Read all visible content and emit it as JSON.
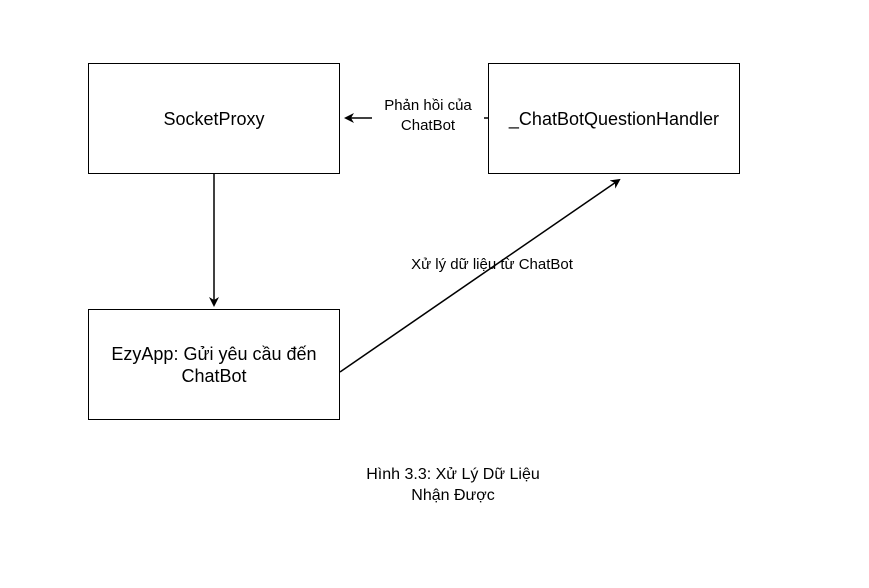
{
  "diagram": {
    "nodes": {
      "socketproxy": {
        "label": "SocketProxy"
      },
      "handler": {
        "label": "_ChatBotQuestionHandler"
      },
      "ezyapp": {
        "label": "EzyApp: Gửi yêu cầu đến ChatBot"
      }
    },
    "edges": {
      "response": {
        "label_line1": "Phản hồi của",
        "label_line2": "ChatBot"
      },
      "process": {
        "label": "Xử lý dữ liệu từ ChatBot"
      }
    },
    "caption": {
      "line1": "Hình 3.3: Xử Lý Dữ Liệu",
      "line2": "Nhận Được"
    },
    "colors": {
      "stroke": "#000000",
      "background": "#ffffff"
    }
  }
}
